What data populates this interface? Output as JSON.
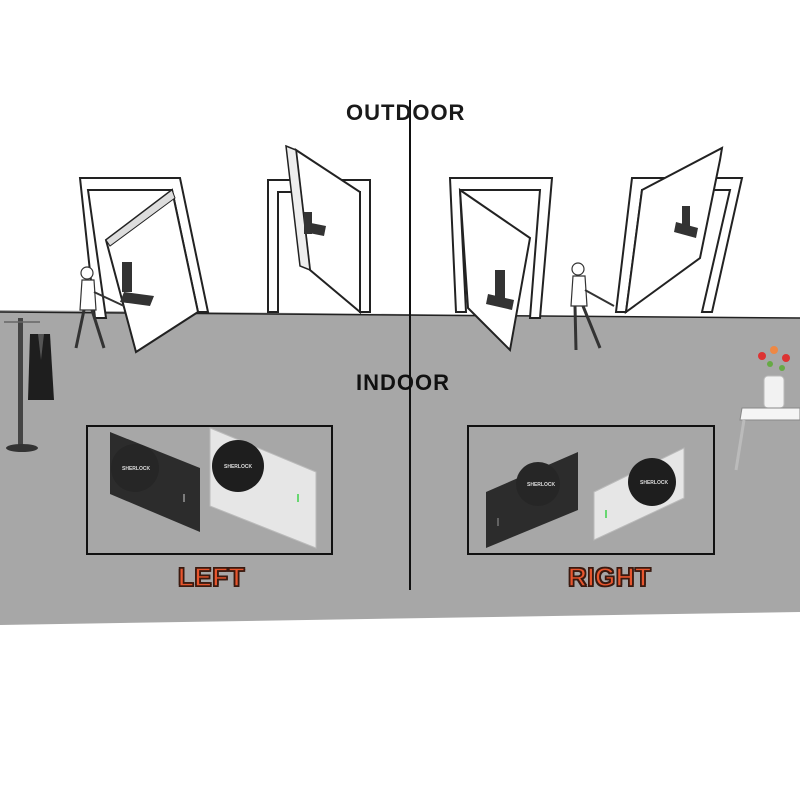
{
  "labels": {
    "outdoor": "OUTDOOR",
    "indoor": "INDOOR",
    "left": "LEFT",
    "right": "RIGHT"
  },
  "lock_brand": "SHERLOCK",
  "colors": {
    "floor": "#a7a7a7",
    "accent": "#e8562e",
    "lock_dark": "#2c2c2c",
    "lock_light": "#e6e6e6",
    "indicator": "#3fd24a"
  },
  "icons": [
    "door-icon",
    "person-icon",
    "coat-rack-icon",
    "flower-vase-icon",
    "side-table-icon",
    "smart-lock-icon"
  ]
}
